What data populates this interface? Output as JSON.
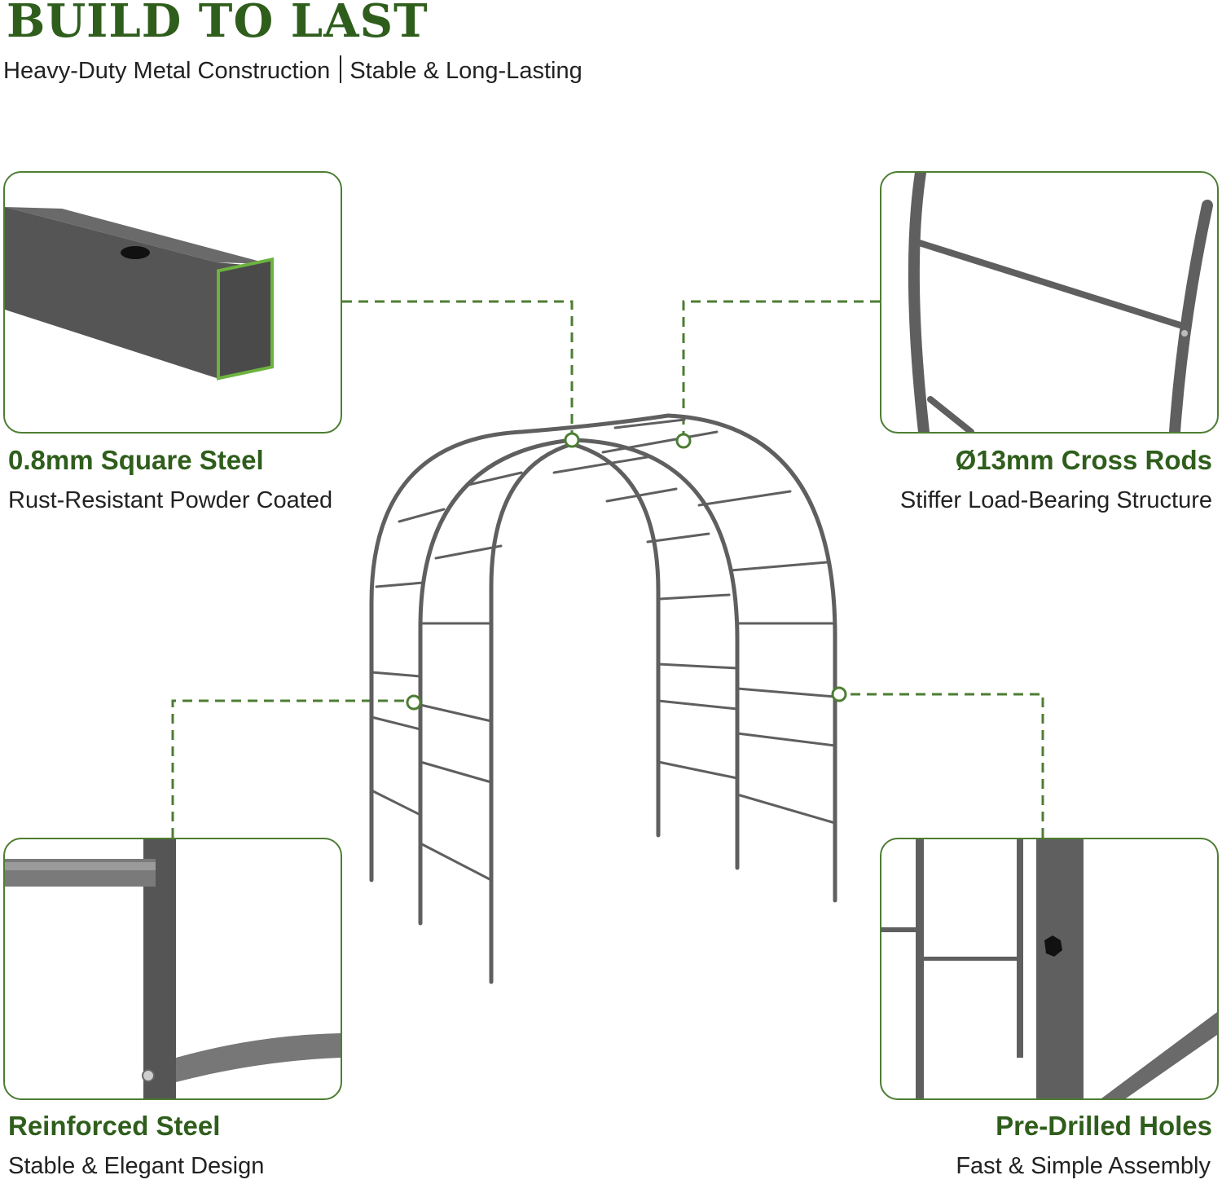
{
  "header": {
    "title": "BUILD TO LAST",
    "subtitle_left": "Heavy-Duty Metal Construction",
    "subtitle_right": "Stable & Long-Lasting"
  },
  "features": {
    "top_left": {
      "title": "0.8mm Square Steel",
      "desc": "Rust-Resistant Powder Coated"
    },
    "top_right": {
      "title": "Ø13mm Cross Rods",
      "desc": "Stiffer Load-Bearing Structure"
    },
    "bottom_left": {
      "title": "Reinforced Steel",
      "desc": "Stable & Elegant Design"
    },
    "bottom_right": {
      "title": "Pre-Drilled Holes",
      "desc": "Fast & Simple Assembly"
    }
  },
  "colors": {
    "accent_green": "#2f5e1c",
    "frame_border": "#4d7d33",
    "steel_gray": "#5f5f5f"
  }
}
